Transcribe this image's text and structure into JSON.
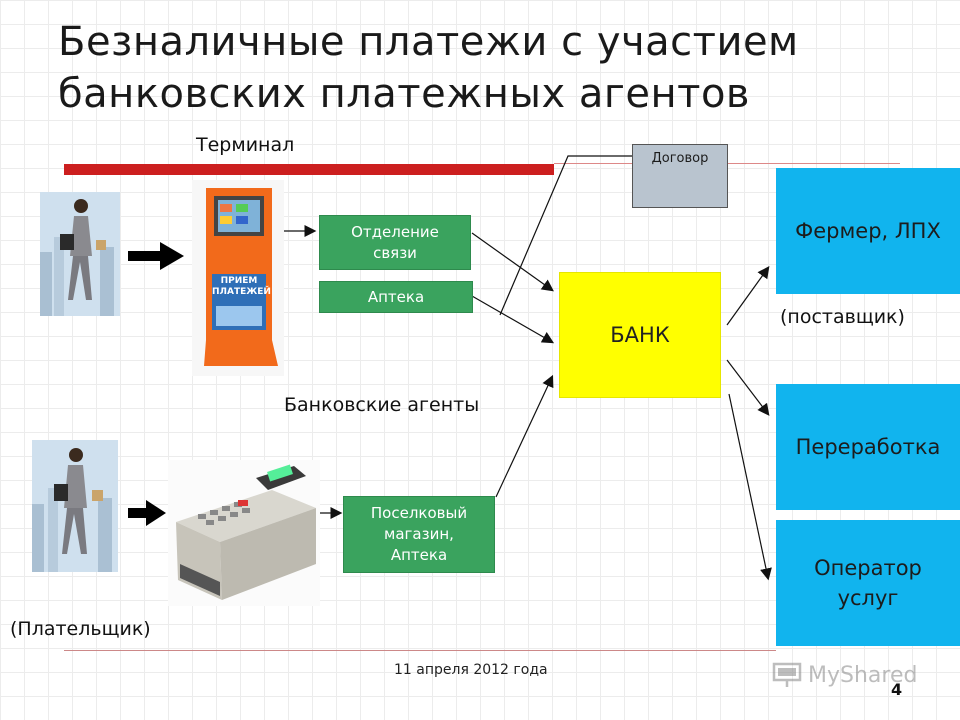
{
  "title": "Безналичные платежи с участием банковских платежных агентов",
  "labels": {
    "terminal": "Терминал",
    "bank_agents": "Банковские агенты",
    "payer": "(Плательщик)",
    "supplier": "(поставщик)"
  },
  "boxes": {
    "post_office": "Отделение связи",
    "pharmacy": "Аптека",
    "village_shop": "Поселковый магазин, Аптека",
    "bank": "БАНК",
    "contract": "Договор",
    "farmer": "Фермер, ЛПХ",
    "processing": "Переработка",
    "service_operator": "Оператор услуг"
  },
  "terminal_sign": "ПРИЕМ ПЛАТЕЖЕЙ",
  "footer": {
    "date": "11 апреля 2012 года",
    "page_number": "4",
    "watermark": "MyShared"
  },
  "colors": {
    "accent_red": "#cc1f1f",
    "green": "#3aa35e",
    "yellow": "#ffff00",
    "blue": "#11b4ee",
    "terminal_orange": "#f26a1b"
  }
}
